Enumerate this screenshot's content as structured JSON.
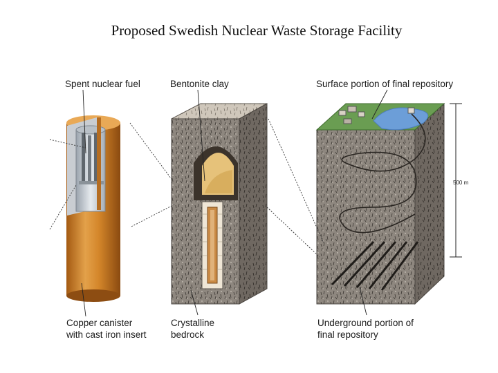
{
  "title": "Proposed Swedish Nuclear Waste Storage Facility",
  "labels": {
    "spent_fuel": "Spent nuclear fuel",
    "bentonite": "Bentonite clay",
    "surface": "Surface portion of final repository",
    "copper_line1": "Copper canister",
    "copper_line2": "with cast iron insert",
    "bedrock_line1": "Crystalline",
    "bedrock_line2": "bedrock",
    "underground_line1": "Underground portion of",
    "underground_line2": "final repository",
    "depth": "500 m"
  },
  "colors": {
    "copper": "#d2892c",
    "rock": "#8c857d",
    "clay": "#e6c27a",
    "water": "#6c9ed8",
    "grass": "#6a9d52"
  }
}
